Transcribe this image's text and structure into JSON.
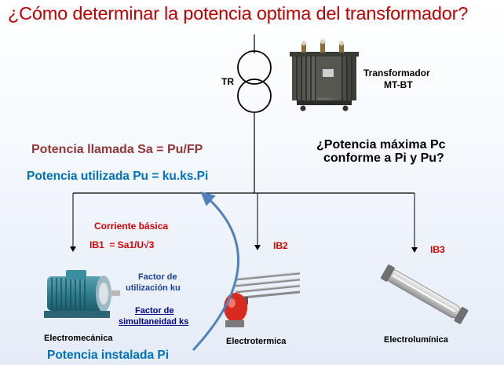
{
  "title": "¿Cómo determinar la potencia optima del transformador?",
  "transformer": {
    "tr_label": "TR",
    "name_line1": "Transformador",
    "name_line2": "MT-BT"
  },
  "question": {
    "line1": "¿Potencia máxima Pc",
    "line2": "conforme a Pi y Pu?"
  },
  "formulas": {
    "sa": "Potencia llamada Sa = Pu/FP",
    "pu": "Potencia utilizada Pu = ku.ks.Pi",
    "pi": "Potencia instalada Pi"
  },
  "currents": {
    "basic_label": "Corriente básica",
    "ib1": "IB1  = Sa1/U√3",
    "ib2": "IB2",
    "ib3": "IB3"
  },
  "factors": {
    "ku_line1": "Factor de",
    "ku_line2": "utilización ku",
    "ks_line1": "Factor de",
    "ks_line2": "simultaneidad ks"
  },
  "loads": {
    "electromecanica": "Electromecánica",
    "electrotermica": "Electrotermica",
    "electroluminica": "Electrolumínica"
  },
  "colors": {
    "title": "#c00000",
    "sa_text": "#943634",
    "blue_text": "#0070c0",
    "current_text": "#e00000",
    "factor_text": "#1f3fa0",
    "ks_text": "#00008b",
    "arrow": "#4f81bd"
  }
}
